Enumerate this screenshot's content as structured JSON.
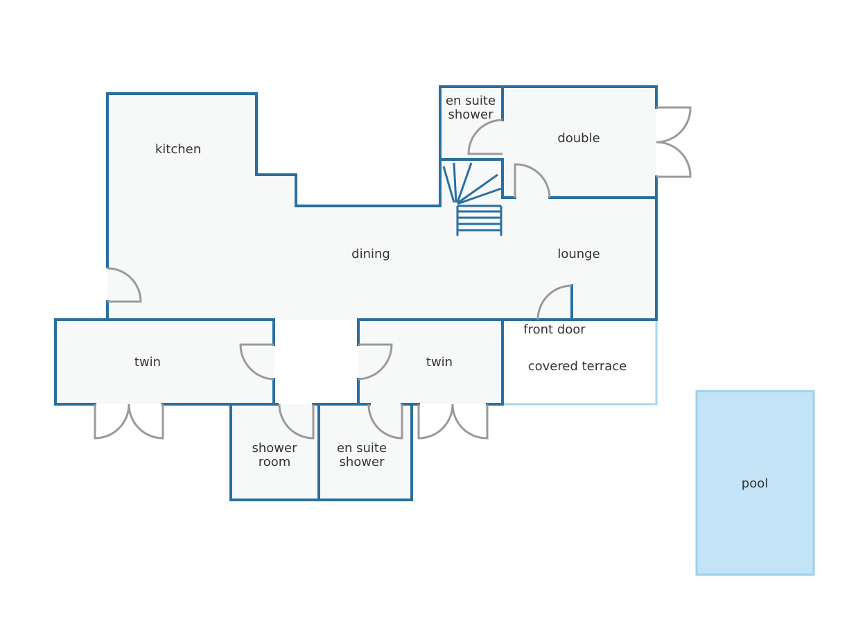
{
  "colors": {
    "wall": "#2a6f9f",
    "floor": "#f7f8f8",
    "door": "#9a9a9a",
    "terrace_line": "#a9d6ec",
    "pool_fill": "#c3e3f6",
    "pool_border": "#9fd0ea",
    "text": "#333333"
  },
  "rooms": {
    "kitchen": "kitchen",
    "en_suite_shower_top": [
      "en suite",
      "shower"
    ],
    "double": "double",
    "dining": "dining",
    "lounge": "lounge",
    "front_door": "front door",
    "twin_left": "twin",
    "twin_right": "twin",
    "covered_terrace": "covered terrace",
    "shower_room": [
      "shower",
      "room"
    ],
    "en_suite_shower_bottom": [
      "en suite",
      "shower"
    ],
    "pool": "pool"
  }
}
